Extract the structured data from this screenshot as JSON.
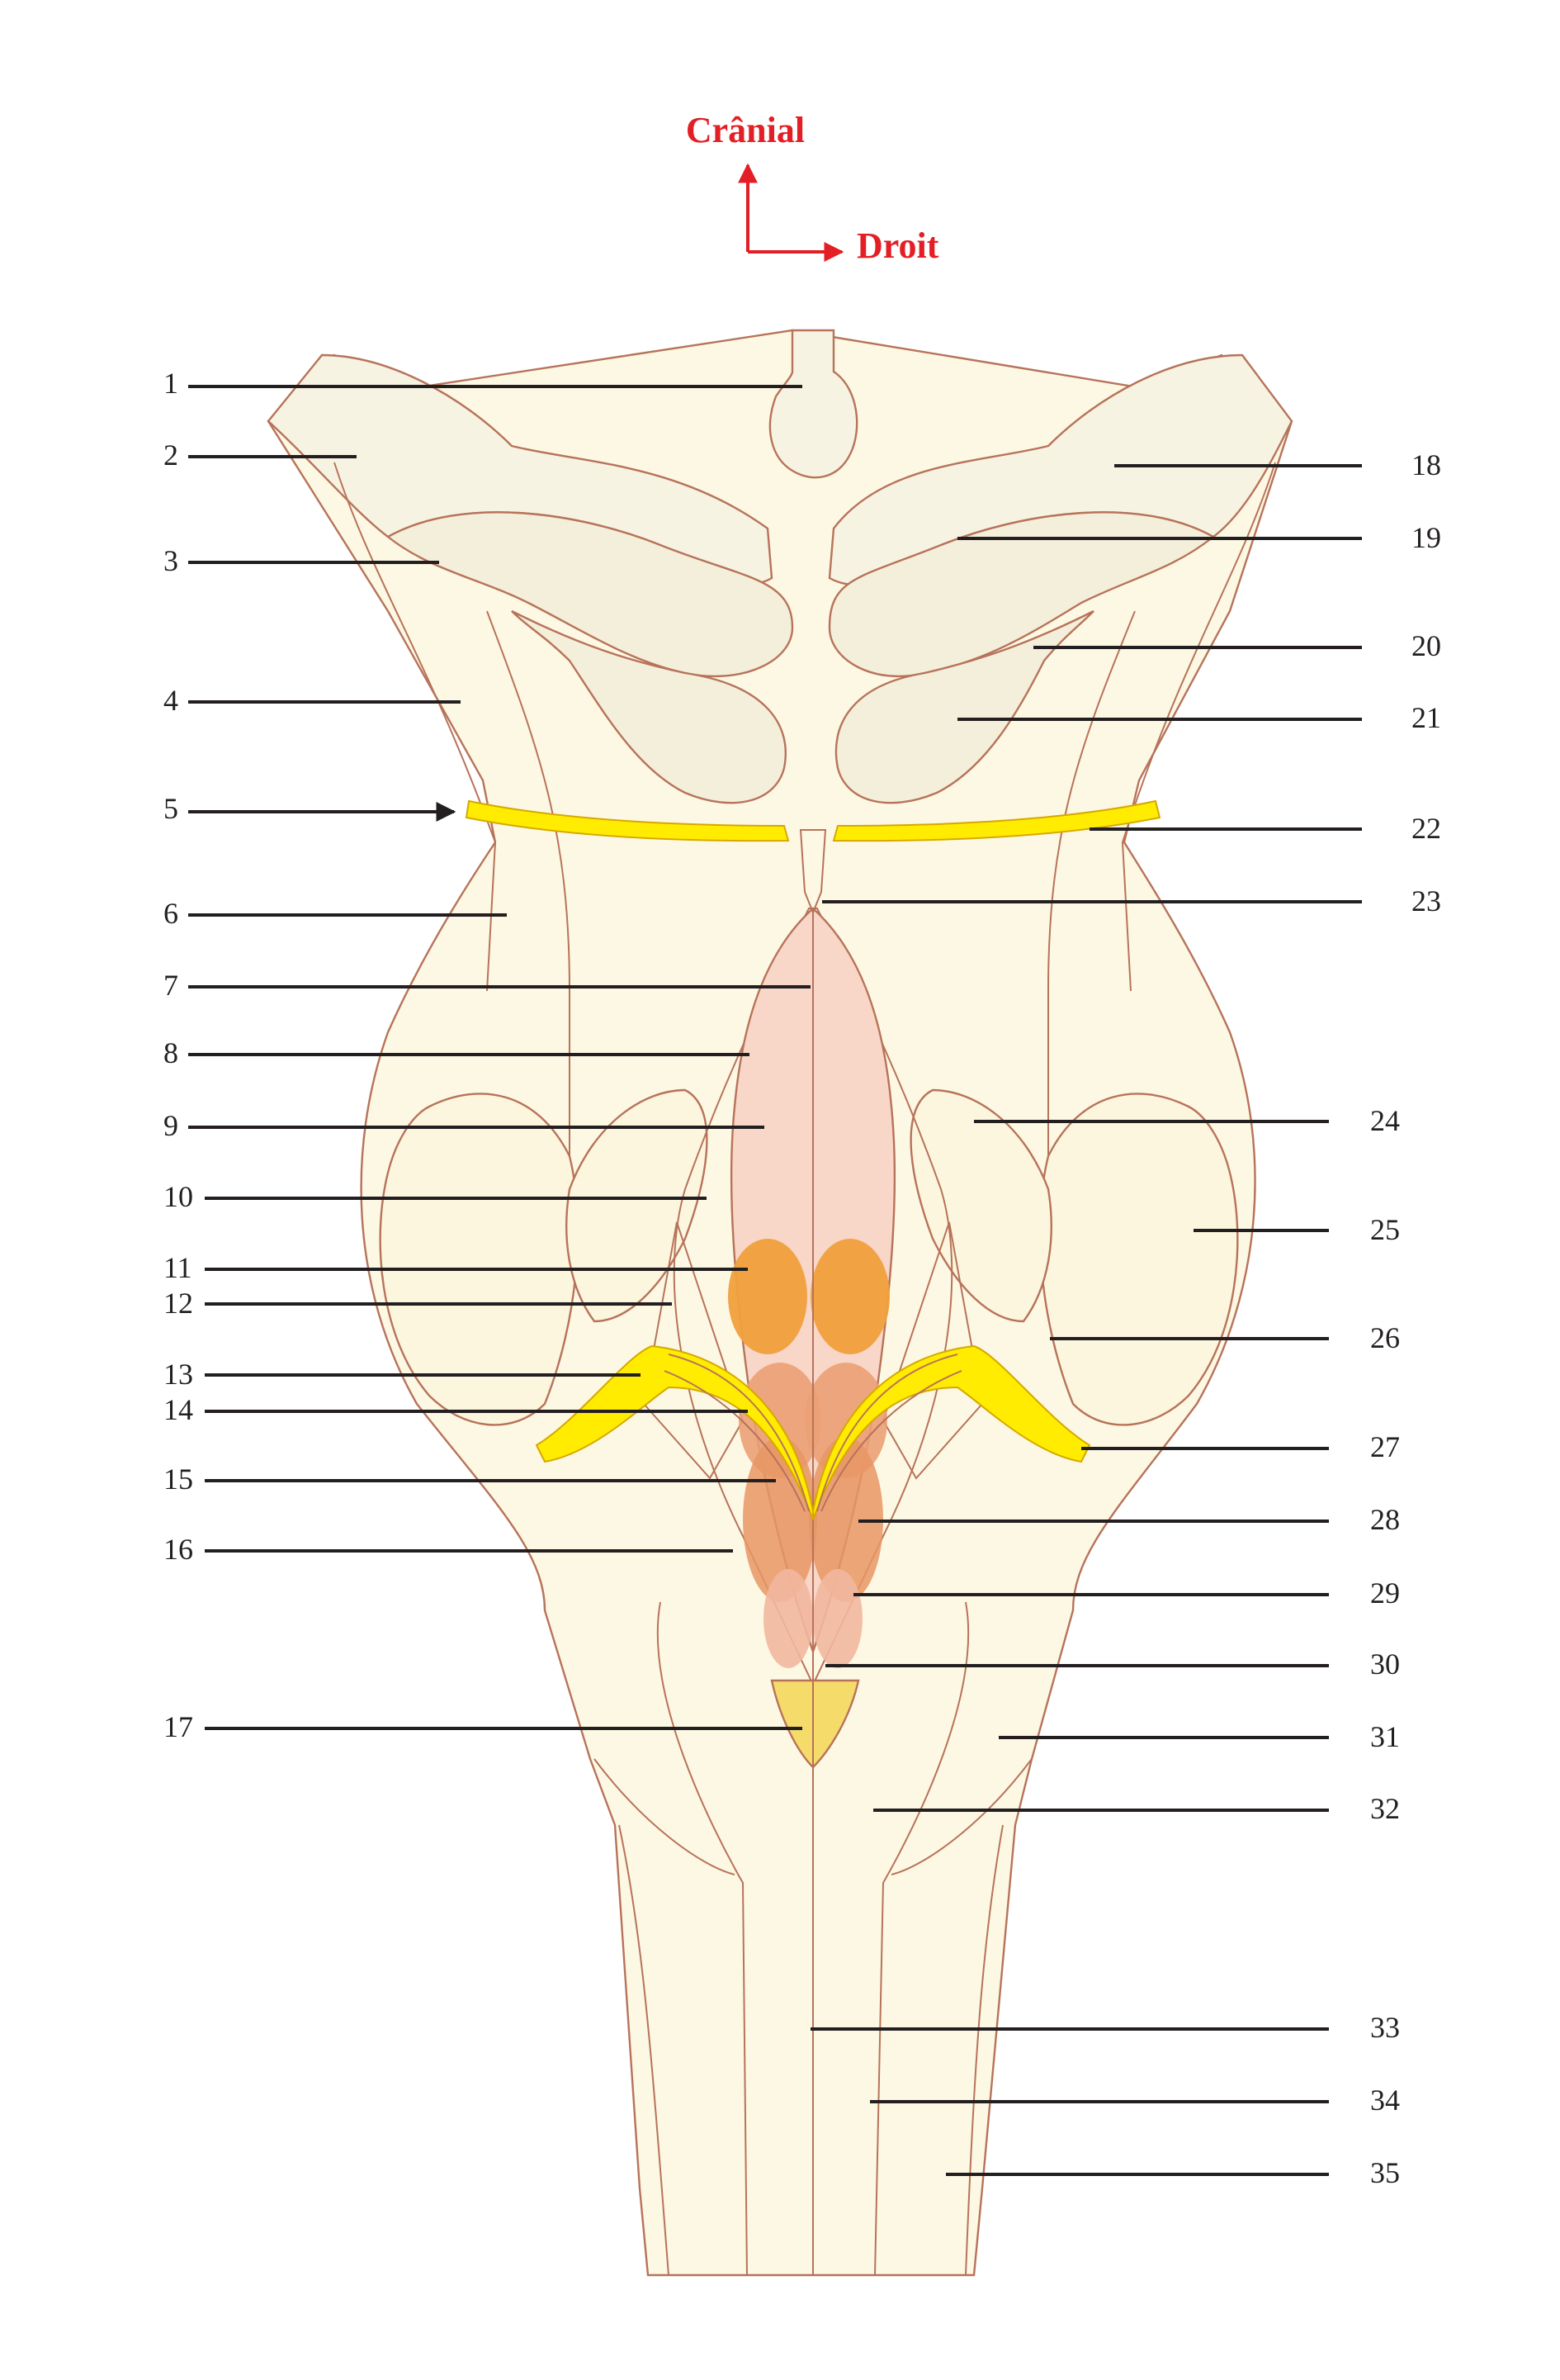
{
  "orientation": {
    "up_label": "Crânial",
    "right_label": "Droit",
    "color": "#e31e24"
  },
  "colors": {
    "background": "#ffffff",
    "brainstem_fill": "#fdf8e4",
    "upper_lobes_fill": "#f7f3e3",
    "outline": "#b7735a",
    "fossa_fill": "#f8d6c8",
    "nuclei_fill": "#f0a03c",
    "nerve_fill": "#ffec00",
    "green_fill": "#c9d678",
    "leader": "#231f20"
  },
  "labels": [
    {
      "id": 1,
      "text": "1"
    },
    {
      "id": 2,
      "text": "2"
    },
    {
      "id": 3,
      "text": "3"
    },
    {
      "id": 4,
      "text": "4"
    },
    {
      "id": 5,
      "text": "5"
    },
    {
      "id": 6,
      "text": "6"
    },
    {
      "id": 7,
      "text": "7"
    },
    {
      "id": 8,
      "text": "8"
    },
    {
      "id": 9,
      "text": "9"
    },
    {
      "id": 10,
      "text": "10"
    },
    {
      "id": 11,
      "text": "11"
    },
    {
      "id": 12,
      "text": "12"
    },
    {
      "id": 13,
      "text": "13"
    },
    {
      "id": 14,
      "text": "14"
    },
    {
      "id": 15,
      "text": "15"
    },
    {
      "id": 16,
      "text": "16"
    },
    {
      "id": 17,
      "text": "17"
    },
    {
      "id": 18,
      "text": "18"
    },
    {
      "id": 19,
      "text": "19"
    },
    {
      "id": 20,
      "text": "20"
    },
    {
      "id": 21,
      "text": "21"
    },
    {
      "id": 22,
      "text": "22"
    },
    {
      "id": 23,
      "text": "23"
    },
    {
      "id": 24,
      "text": "24"
    },
    {
      "id": 25,
      "text": "25"
    },
    {
      "id": 26,
      "text": "26"
    },
    {
      "id": 27,
      "text": "27"
    },
    {
      "id": 28,
      "text": "28"
    },
    {
      "id": 29,
      "text": "29"
    },
    {
      "id": 30,
      "text": "30"
    },
    {
      "id": 31,
      "text": "31"
    },
    {
      "id": 32,
      "text": "32"
    },
    {
      "id": 33,
      "text": "33"
    },
    {
      "id": 34,
      "text": "34"
    },
    {
      "id": 35,
      "text": "35"
    }
  ]
}
